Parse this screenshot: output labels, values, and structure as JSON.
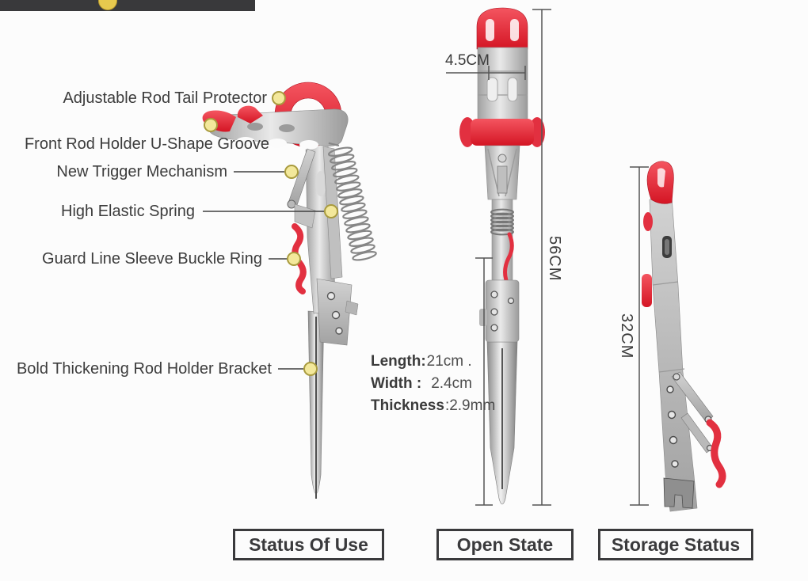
{
  "banner": {
    "dot_icon": "gold-dot",
    "bg_color": "#39393b",
    "dot_color": "#e7c94e"
  },
  "callouts": [
    {
      "label": "Adjustable Rod Tail Protector"
    },
    {
      "label": "Front Rod Holder U-Shape Groove"
    },
    {
      "label": "New Trigger Mechanism"
    },
    {
      "label": "High Elastic Spring"
    },
    {
      "label": "Guard Line Sleeve Buckle Ring"
    },
    {
      "label": "Bold Thickening Rod Holder Bracket"
    }
  ],
  "dimensions": {
    "top_width": "4.5CM",
    "open_height": "56CM",
    "storage_height": "32CM"
  },
  "specs": [
    {
      "label": "Length:",
      "value": "21cm ."
    },
    {
      "label": "Width :",
      "value": "2.4cm"
    },
    {
      "label": "Thickness",
      "value": ":2.9mm"
    }
  ],
  "captions": [
    "Status Of Use",
    "Open State",
    "Storage Status"
  ],
  "colors": {
    "accent_red": "#e23040",
    "metal_gray": "#b9b9b9",
    "callout_dot_fill": "#f3e89b",
    "callout_dot_border": "#a99b3e",
    "dimension_line": "#555555",
    "text": "#3c3c3c"
  }
}
